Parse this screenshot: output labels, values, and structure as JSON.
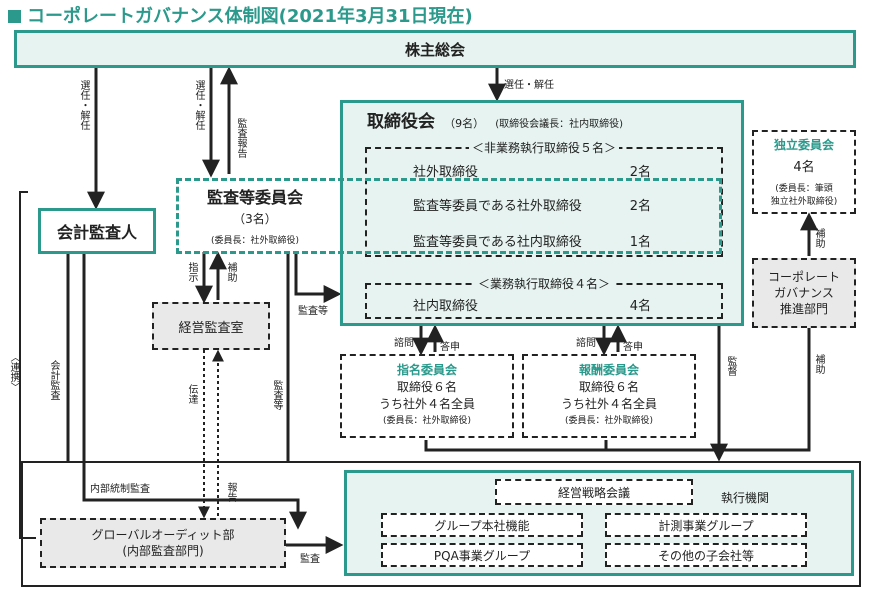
{
  "title": "コーポレートガバナンス体制図(2021年3月31日現在)",
  "shareholders": "株主総会",
  "auditor": "会計監査人",
  "audit_committee": {
    "name": "監査等委員会",
    "count": "（3名）",
    "chair": "(委員長：社外取締役)"
  },
  "board": {
    "name": "取締役会",
    "count": "（9名）",
    "chair": "(取締役会議長：社内取締役)",
    "non_exec_header": "＜非業務執行取締役５名＞",
    "non_exec_rows": [
      {
        "label": "社外取締役",
        "num": "2名"
      },
      {
        "label": "監査等委員である社外取締役",
        "num": "2名"
      },
      {
        "label": "監査等委員である社内取締役",
        "num": "1名"
      }
    ],
    "exec_header": "＜業務執行取締役４名＞",
    "exec_rows": [
      {
        "label": "社内取締役",
        "num": "4名"
      }
    ]
  },
  "independent": {
    "name": "独立委員会",
    "count": "4名",
    "chair1": "(委員長：筆頭",
    "chair2": "独立社外取締役)"
  },
  "cg_dept": {
    "line1": "コーポレート",
    "line2": "ガバナンス",
    "line3": "推進部門"
  },
  "audit_office": "経営監査室",
  "nomination": {
    "name": "指名委員会",
    "l1": "取締役６名",
    "l2": "うち社外４名全員",
    "l3": "(委員長：社外取締役)"
  },
  "compensation": {
    "name": "報酬委員会",
    "l1": "取締役６名",
    "l2": "うち社外４名全員",
    "l3": "(委員長：社外取締役)"
  },
  "global_audit": {
    "line1": "グローバルオーディット部",
    "line2": "(内部監査部門)"
  },
  "exec": {
    "label": "執行機関",
    "strategy": "経営戦略会議",
    "hq": "グループ本社機能",
    "measure": "計測事業グループ",
    "pqa": "PQA事業グループ",
    "others": "その他の子会社等"
  },
  "labels": {
    "elect1": "選任・解任",
    "elect2": "選任・解任",
    "elect3": "選任・解任",
    "audit_report": "監査報告",
    "instruct": "指示",
    "assist1": "補助",
    "audit_etc1": "監査等",
    "audit_etc2": "監査等",
    "accounting_audit": "会計監査",
    "liaison": "︿連携﹀",
    "communicate": "伝達",
    "report": "報告",
    "internal_control": "内部統制監査",
    "audit": "監査",
    "consult1": "諮問",
    "answer1": "答申",
    "consult2": "諮問",
    "answer2": "答申",
    "supervise": "監督",
    "assist2": "補助",
    "assist3": "補助"
  }
}
